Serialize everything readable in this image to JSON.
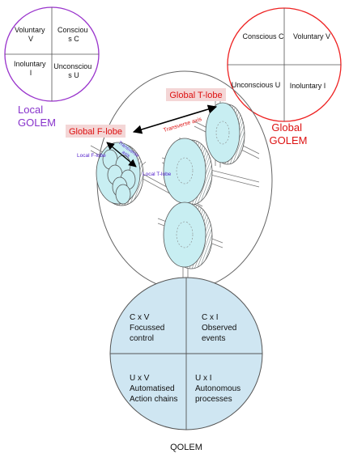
{
  "local_golem": {
    "quadrants": {
      "top_left": [
        "Voluntary",
        "V"
      ],
      "top_right": [
        "Consciou",
        "s C"
      ],
      "bottom_left": [
        "Inoluntary",
        "I"
      ],
      "bottom_right": [
        "Unconsciou",
        "s U"
      ]
    },
    "title": [
      "Local",
      "GOLEM"
    ]
  },
  "global_golem": {
    "quadrants": {
      "top_left": "Conscious C",
      "top_right": "Voluntary V",
      "bottom_left": "Unconscious U",
      "bottom_right": "Inoluntary I"
    },
    "title": [
      "Global",
      "GOLEM"
    ]
  },
  "brain": {
    "global_t_lobe": "Global T-lobe",
    "global_f_lobe": "Global F-lobe",
    "transverse_axis": "Transverse axis",
    "local_f_lobe": "Local F-lobe",
    "local_t_lobe": "Local T-lobe",
    "local_transverse_axis": [
      "Transverse",
      "axis"
    ]
  },
  "qolem": {
    "quadrants": {
      "top_left": [
        "C x V",
        "Focussed",
        "control"
      ],
      "top_right": [
        "C x I",
        "Observed",
        "events"
      ],
      "bottom_left": [
        "U x V",
        "Automatised",
        "Action chains"
      ],
      "bottom_right": [
        "U x I",
        "Autonomous",
        "processes"
      ]
    },
    "title": "QOLEM"
  },
  "colors": {
    "local_circle": "#9933cc",
    "local_title": "#8833cc",
    "global_circle": "#ee2222",
    "global_title": "#dd1111",
    "disc_fill": "#c8eef2",
    "qolem_fill": "#cfe6f2",
    "lobe_label_box": "#f4d6d6",
    "local_lobe_label": "#5522cc"
  }
}
